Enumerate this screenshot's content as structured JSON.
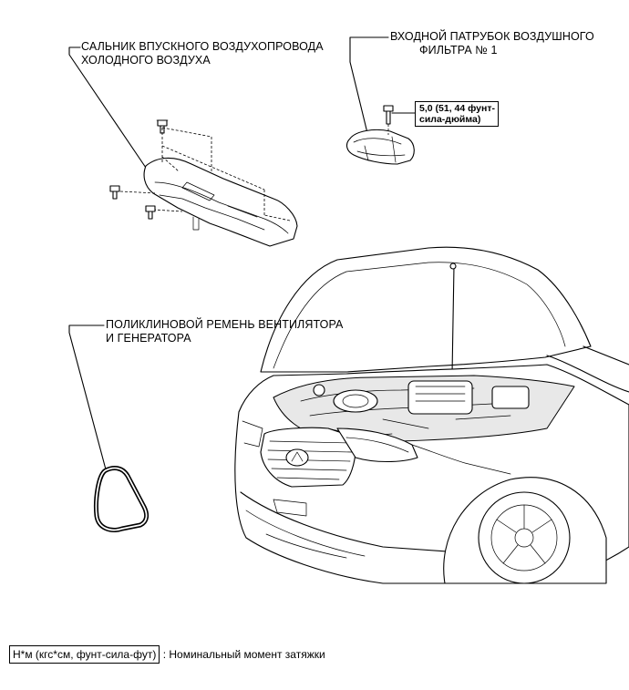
{
  "labels": {
    "seal_line1": "САЛЬНИК ВПУСКНОГО ВОЗДУХОПРОВОДА",
    "seal_line2": "ХОЛОДНОГО ВОЗДУХА",
    "inlet_line1": "ВХОДНОЙ ПАТРУБОК ВОЗДУШНОГО",
    "inlet_line2": "ФИЛЬТРА № 1",
    "belt_line1": "ПОЛИКЛИНОВОЙ РЕМЕНЬ ВЕНТИЛЯТОРА",
    "belt_line2": "И ГЕНЕРАТОРА"
  },
  "torque": {
    "line1": "5,0 (51, 44 фунт-",
    "line2": "сила-дюйма)"
  },
  "legend": {
    "units": "Н*м (кгс*см, фунт-сила-фут)",
    "description": ": Номинальный момент затяжки"
  }
}
